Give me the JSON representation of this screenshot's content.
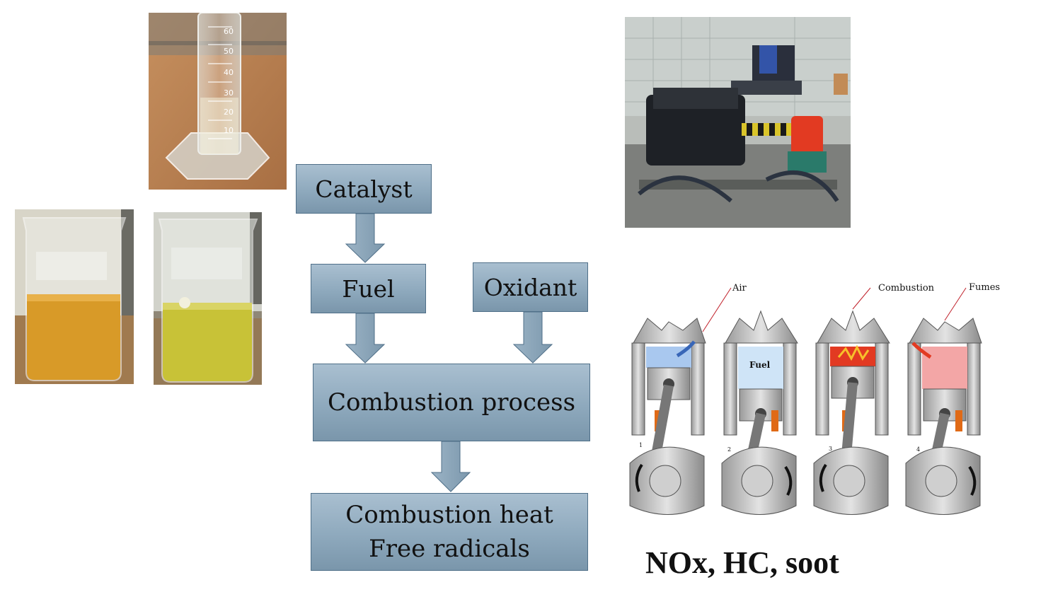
{
  "flow": {
    "catalyst": "Catalyst",
    "fuel": "Fuel",
    "oxidant": "Oxidant",
    "combustion_process": "Combustion process",
    "output_line1": "Combustion heat",
    "output_line2": "Free radicals"
  },
  "engine": {
    "label_air": "Air",
    "label_combustion": "Combustion",
    "label_fumes": "Fumes",
    "label_fuel": "Fuel",
    "step1": "1",
    "step2": "2",
    "step3": "3",
    "step4": "4"
  },
  "cylinder_marks": [
    "60",
    "50",
    "40",
    "30",
    "20",
    "10"
  ],
  "emissions": "NOx, HC, soot",
  "colors": {
    "box_fill": "#8ea9bd",
    "box_border": "#4f6f88",
    "arrow_fill": "#8aa6bb",
    "amber_fuel": "#d89a28",
    "green_fuel": "#c8c237",
    "wood": "#b98557",
    "engine_red": "#e23a22",
    "intake_blue": "#a9c8ef",
    "fumes_pink": "#f3a6a6",
    "stroke_arrow": "#e06a16"
  }
}
